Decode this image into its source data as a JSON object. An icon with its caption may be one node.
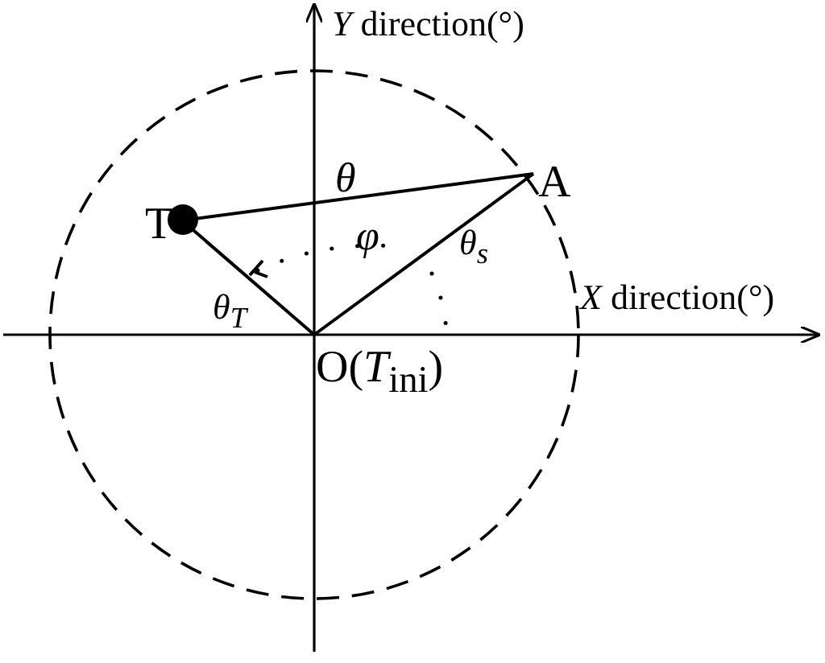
{
  "diagram": {
    "nodes": [
      {
        "text": [
          "T"
        ]
      },
      {
        "text": [
          "A"
        ]
      },
      {
        "text": [
          "O(*T*$_{ini}$)"
        ]
      }
    ],
    "edges": [
      {
        "from": 0,
        "to": 1,
        "arrow": "none",
        "label": "θ"
      },
      {
        "from": 2,
        "to": 0,
        "arrow": "none",
        "label": "θ$_{T}$"
      },
      {
        "from": 2,
        "to": 1,
        "arrow": "none",
        "label": "θ$_{s}$"
      }
    ],
    "labels": [
      "*Y* direction(°)",
      "*X* direction(°)",
      "φ"
    ]
  }
}
